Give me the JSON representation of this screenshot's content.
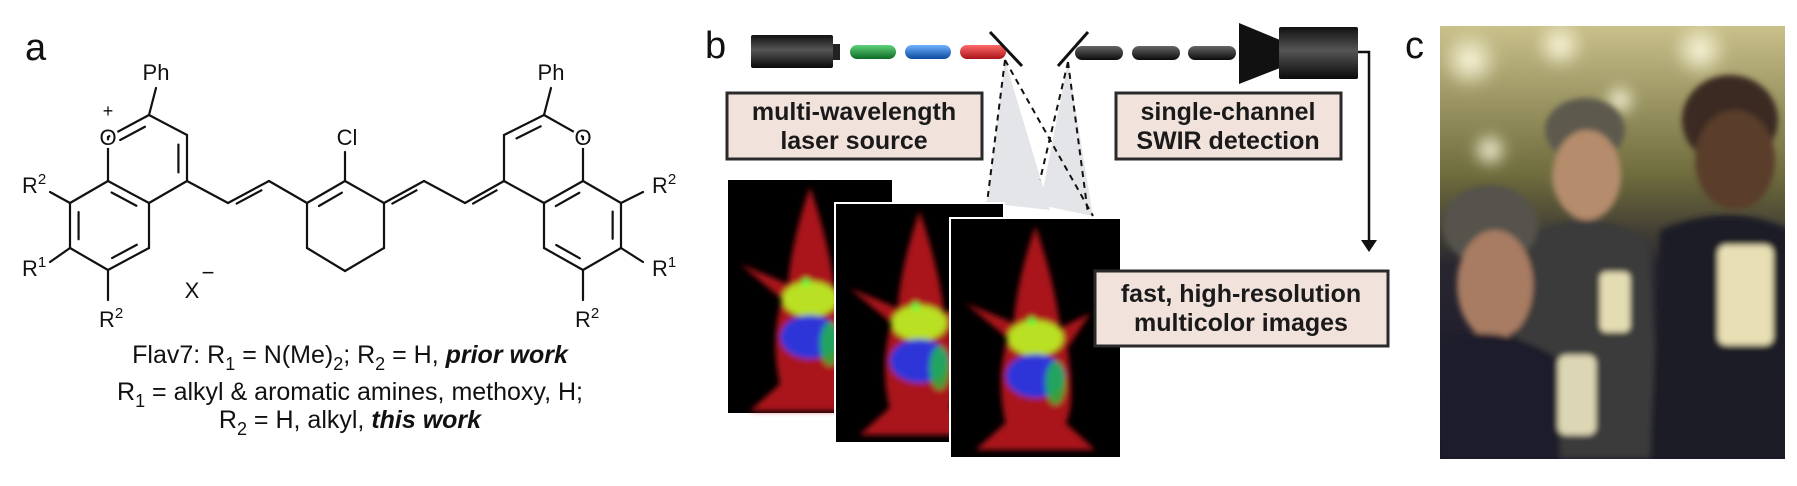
{
  "panels": {
    "a": "a",
    "b": "b",
    "c": "c"
  },
  "molecule": {
    "ph_left": "Ph",
    "ph_right": "Ph",
    "o_left": "O",
    "o_right": "O",
    "plus": "+",
    "cl": "Cl",
    "counterion": "X",
    "minus": "−",
    "r_labels": {
      "left_r2_top": {
        "base": "R",
        "sup": "2"
      },
      "left_r1": {
        "base": "R",
        "sup": "1"
      },
      "left_r2_bottom": {
        "base": "R",
        "sup": "2"
      },
      "right_r2_top": {
        "base": "R",
        "sup": "2"
      },
      "right_r1": {
        "base": "R",
        "sup": "1"
      },
      "right_r2_bottom": {
        "base": "R",
        "sup": "2"
      }
    }
  },
  "caption": {
    "line1": [
      {
        "t": "Flav7: R"
      },
      {
        "t": "1",
        "sub": true
      },
      {
        "t": " = N(Me)"
      },
      {
        "t": "2",
        "sub": true
      },
      {
        "t": "; R"
      },
      {
        "t": "2",
        "sub": true
      },
      {
        "t": " = H, "
      },
      {
        "t": "prior work",
        "bi": true
      }
    ],
    "line2": [
      {
        "t": "R"
      },
      {
        "t": "1",
        "sub": true
      },
      {
        "t": " = alkyl & aromatic amines, methoxy, H;"
      }
    ],
    "line3": [
      {
        "t": "R"
      },
      {
        "t": "2",
        "sub": true
      },
      {
        "t": " = H, alkyl, "
      },
      {
        "t": "this work",
        "bi": true
      }
    ]
  },
  "panel_b": {
    "laser_box": {
      "line1": "multi-wavelength",
      "line2": "laser source"
    },
    "detector_box": {
      "line1": "single-channel",
      "line2": "SWIR detection"
    },
    "output_box": {
      "line1": "fast, high-resolution",
      "line2": "multicolor images"
    },
    "beam_colors": [
      "#1e9a3e",
      "#1f6fd1",
      "#d8232a"
    ],
    "return_color": "#1a1a1a"
  },
  "colors": {
    "box_fill": "#f1e2dc",
    "box_border": "#2a2a2a"
  }
}
